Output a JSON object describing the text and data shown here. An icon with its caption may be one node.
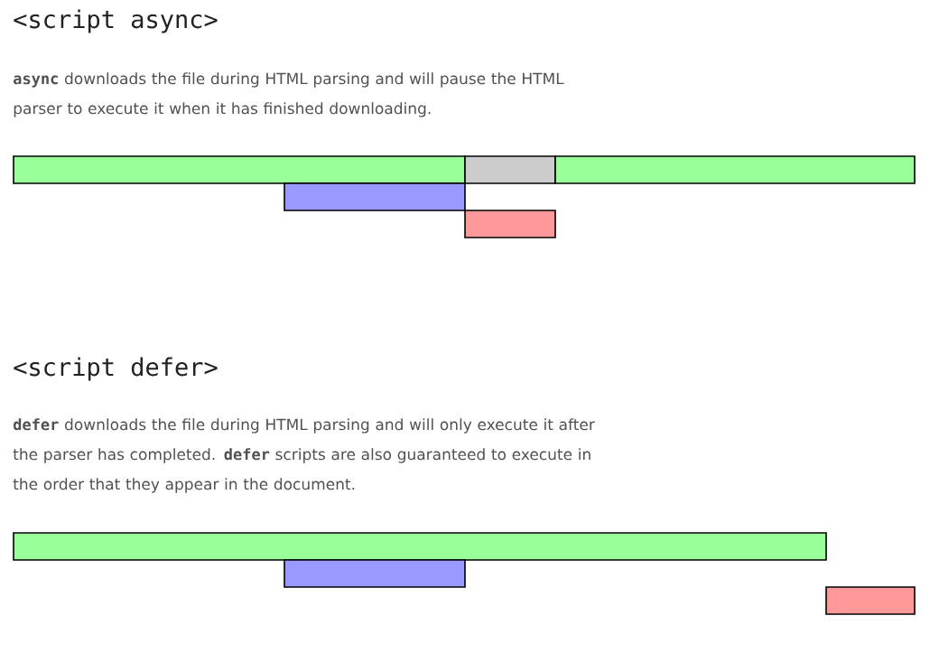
{
  "diagram": {
    "nodes": [
      {
        "text": [],
        "shape": "bar"
      },
      {
        "text": [],
        "shape": "bar"
      },
      {
        "text": [],
        "shape": "bar"
      },
      {
        "text": [],
        "shape": "bar"
      },
      {
        "text": [],
        "shape": "bar"
      },
      {
        "text": [],
        "shape": "bar"
      },
      {
        "text": [],
        "shape": "bar"
      },
      {
        "text": [],
        "shape": "bar"
      }
    ],
    "labels": [
      "<script async>",
      "**async** downloads the file during HTML parsing and will pause the HTML parser to execute it when it has finished downloading.",
      "<script defer>",
      "**defer** downloads the file during HTML parsing and will only execute it after the parser has completed. **defer** scripts are also guaranteed to execute in the order that they appear in the document."
    ]
  }
}
